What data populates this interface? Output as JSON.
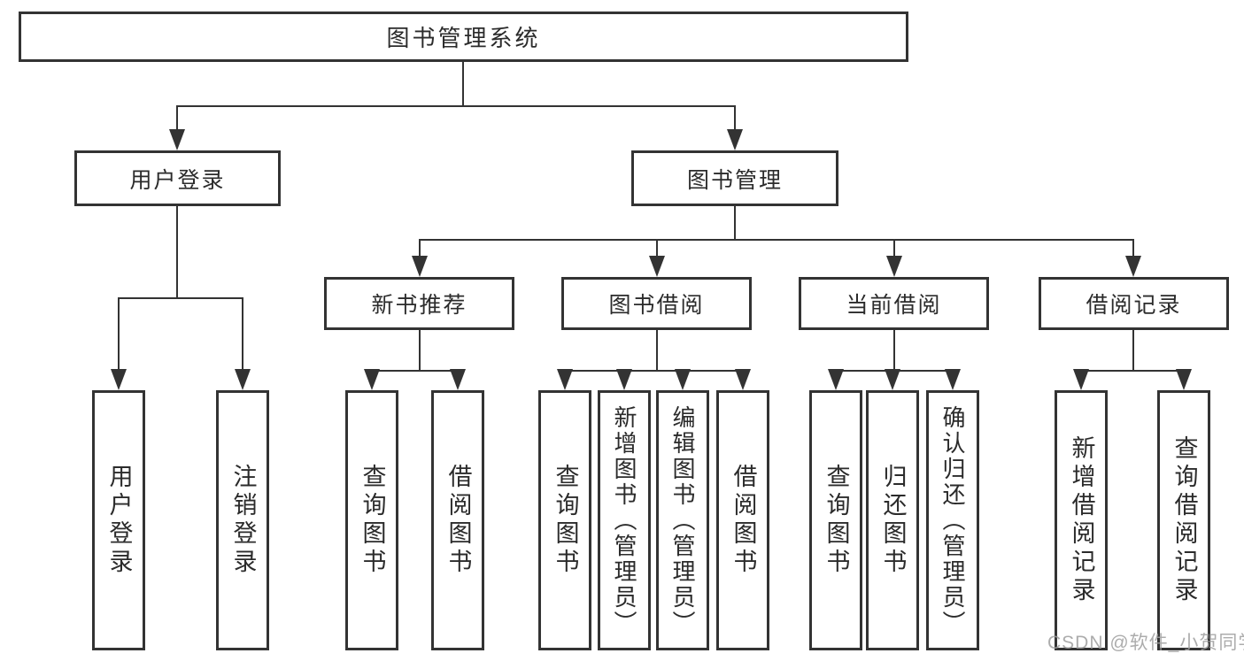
{
  "tree": {
    "label": "图书管理系统",
    "children": [
      {
        "label": "用户登录",
        "children": [
          "用户登录",
          "注销登录"
        ]
      },
      {
        "label": "图书管理",
        "children": [
          {
            "label": "新书推荐",
            "children": [
              "查询图书",
              "借阅图书"
            ]
          },
          {
            "label": "图书借阅",
            "children": [
              "查询图书",
              "新增图书（管理员）",
              "编辑图书（管理员）",
              "借阅图书"
            ]
          },
          {
            "label": "当前借阅",
            "children": [
              "查询图书",
              "归还图书",
              "确认归还（管理员）"
            ]
          },
          {
            "label": "借阅记录",
            "children": [
              "新增借阅记录",
              "查询借阅记录"
            ]
          }
        ]
      }
    ]
  },
  "watermark": {
    "text": "CSDN @软件_小贺同学"
  },
  "colors": {
    "line": "#333333",
    "box_border": "#333333",
    "text": "#2b2b2b",
    "watermark": "#9e9e9e",
    "background": "#ffffff"
  }
}
